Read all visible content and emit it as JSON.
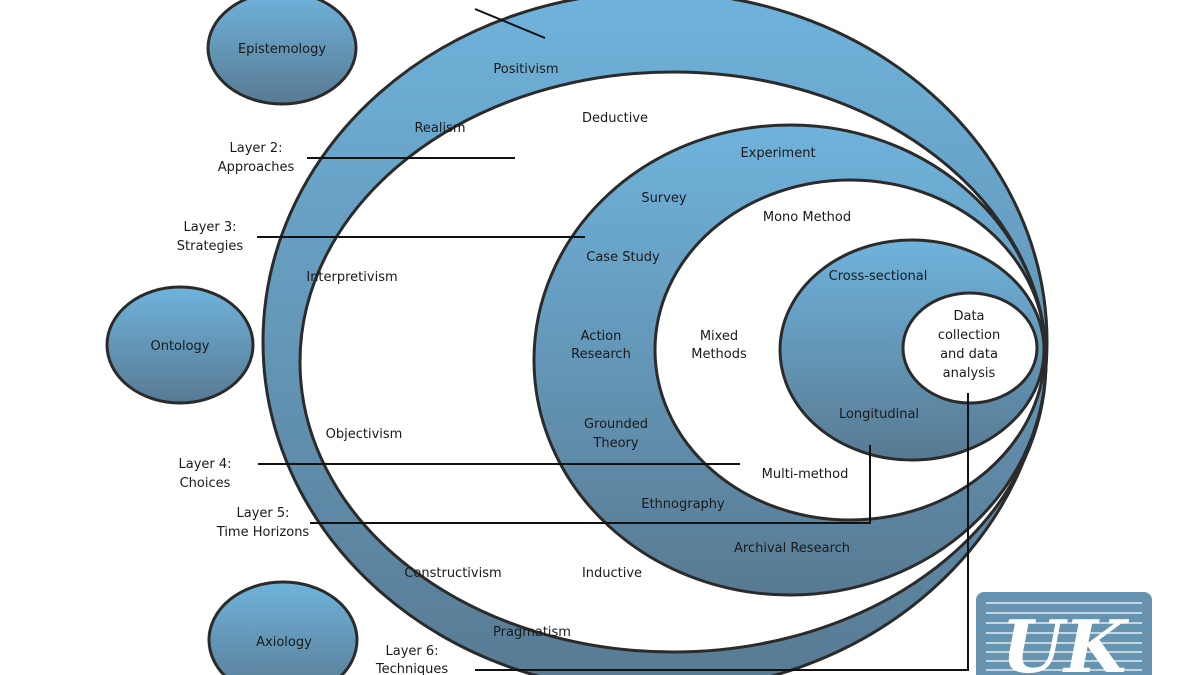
{
  "colors": {
    "ring_top": "#6fb3dc",
    "ring_bottom": "#587a92",
    "logo": "#6593b0"
  },
  "philosophies": {
    "epistemology": "Epistemology",
    "ontology": "Ontology",
    "axiology": "Axiology"
  },
  "layer1": [
    "Positivism",
    "Realism",
    "Interpretivism",
    "Objectivism",
    "Constructivism",
    "Pragmatism"
  ],
  "layer2_label": [
    "Layer 2:",
    "Approaches"
  ],
  "layer2": [
    "Deductive",
    "Inductive"
  ],
  "layer3_label": [
    "Layer 3:",
    "Strategies"
  ],
  "layer3": {
    "experiment": "Experiment",
    "survey": "Survey",
    "case_study": "Case Study",
    "action_research": [
      "Action",
      "Research"
    ],
    "grounded_theory": [
      "Grounded",
      "Theory"
    ],
    "ethnography": "Ethnography",
    "archival": "Archival Research"
  },
  "layer4_label": [
    "Layer 4:",
    "Choices"
  ],
  "layer4": {
    "mono": "Mono Method",
    "mixed": [
      "Mixed",
      "Methods"
    ],
    "multi": "Multi-method"
  },
  "layer5_label": [
    "Layer 5:",
    "Time Horizons"
  ],
  "layer5": [
    "Cross-sectional",
    "Longitudinal"
  ],
  "layer6_label": [
    "Layer 6:",
    "Techniques"
  ],
  "core": [
    "Data",
    "collection",
    "and data",
    "analysis"
  ],
  "logo_text": "UK"
}
